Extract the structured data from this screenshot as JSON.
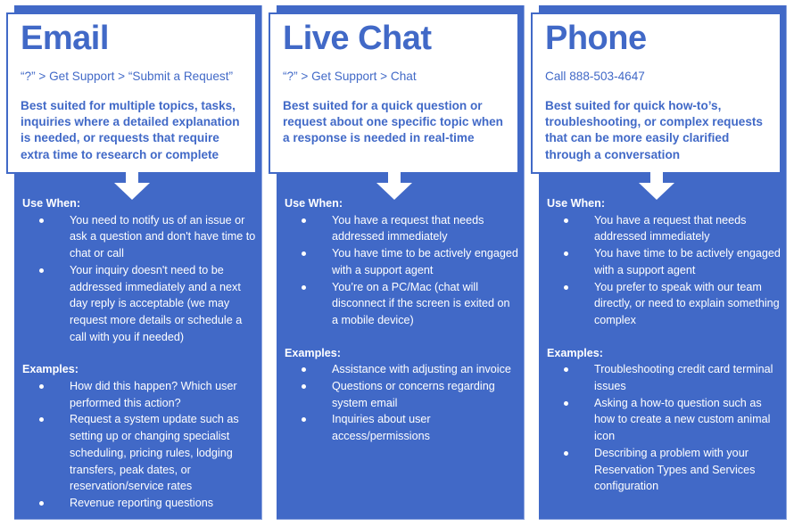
{
  "colors": {
    "accent": "#4169c7",
    "header_bg": "#ffffff",
    "body_text": "#ffffff"
  },
  "cards": [
    {
      "title": "Email",
      "path": "“?” > Get Support > “Submit a Request”",
      "description": "Best suited for multiple topics, tasks, inquiries where a detailed explanation is needed, or requests that require extra time to research or complete",
      "use_when_label": "Use When:",
      "use_when": [
        "You need to notify us of an issue or ask a question and don't have time to chat or call",
        "Your inquiry doesn't need to be addressed immediately and a next day reply is acceptable (we may request more details or schedule a call with you if needed)"
      ],
      "examples_label": "Examples:",
      "examples": [
        "How did this happen? Which user performed this action?",
        "Request a system update such as setting up or changing specialist scheduling, pricing rules, lodging transfers, peak dates, or reservation/service rates",
        "Revenue reporting questions"
      ]
    },
    {
      "title": "Live Chat",
      "path": "“?” > Get Support > Chat",
      "description": "Best suited for a quick question or request about one specific topic when a response is needed in real-time",
      "use_when_label": "Use When:",
      "use_when": [
        "You have a request that needs addressed immediately",
        "You have time to be actively engaged with a support agent",
        "You’re on a PC/Mac (chat will disconnect if the screen is exited on a mobile device)"
      ],
      "examples_label": "Examples:",
      "examples": [
        "Assistance with adjusting an invoice",
        "Questions or concerns regarding system email",
        "Inquiries about user access/permissions"
      ]
    },
    {
      "title": "Phone",
      "path": "Call 888-503-4647",
      "description": "Best suited for quick how-to’s, troubleshooting, or complex requests that can be more easily clarified through a conversation",
      "use_when_label": "Use When:",
      "use_when": [
        "You have a request that needs addressed immediately",
        "You have time to be actively engaged with a support agent",
        "You prefer to speak with our team directly, or need to explain something complex"
      ],
      "examples_label": "Examples:",
      "examples": [
        "Troubleshooting credit card terminal issues",
        "Asking a how-to question such as how to create a new custom animal icon",
        "Describing a problem with your Reservation Types and Services configuration"
      ]
    }
  ]
}
